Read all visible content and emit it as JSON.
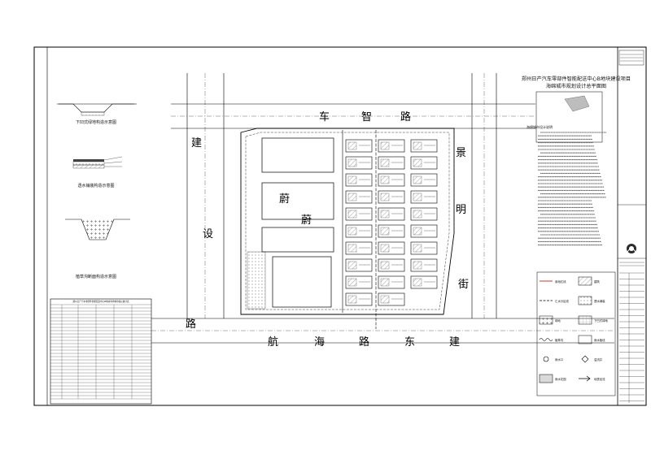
{
  "title_lines": [
    "郑州日产汽车零部件智能配送中心B地块建设项目",
    "海绵城市规划设计总平面图"
  ],
  "roads": {
    "north": [
      "车",
      "智",
      "路"
    ],
    "south": [
      "航",
      "海",
      "路",
      "东",
      "建"
    ],
    "east": [
      "景",
      "明",
      "街"
    ],
    "west": [
      "建",
      "设",
      "路"
    ],
    "plot": [
      "蔚",
      "蔚"
    ]
  },
  "plan_label": "海绵城市设计说明",
  "left_details": [
    "下凹式绿地构造示意图",
    "透水铺装构造示意图",
    "植草沟断面构造示意图"
  ],
  "table_title": "郑州日产汽车零部件智能配送中心B地块海绵城市指标统计表",
  "legend": [
    {
      "icon": "line",
      "label": "用地红线"
    },
    {
      "icon": "hatch",
      "label": "建筑"
    },
    {
      "icon": "dash",
      "label": "汇水分区线"
    },
    {
      "icon": "dots",
      "label": "透水铺装"
    },
    {
      "icon": "cross",
      "label": "绿地"
    },
    {
      "icon": "grid",
      "label": "下凹式绿地"
    },
    {
      "icon": "wave",
      "label": "植草沟"
    },
    {
      "icon": "box",
      "label": "雨水管线"
    },
    {
      "icon": "circle",
      "label": "雨水口"
    },
    {
      "icon": "diamond",
      "label": "溢流井"
    },
    {
      "icon": "fill",
      "label": "雨水花园"
    },
    {
      "icon": "arrow",
      "label": "地表径流"
    }
  ],
  "colors": {
    "line": "#111111",
    "red": "#c0392b",
    "water": "#d9d9d9",
    "logo": "#2b2b2b"
  }
}
